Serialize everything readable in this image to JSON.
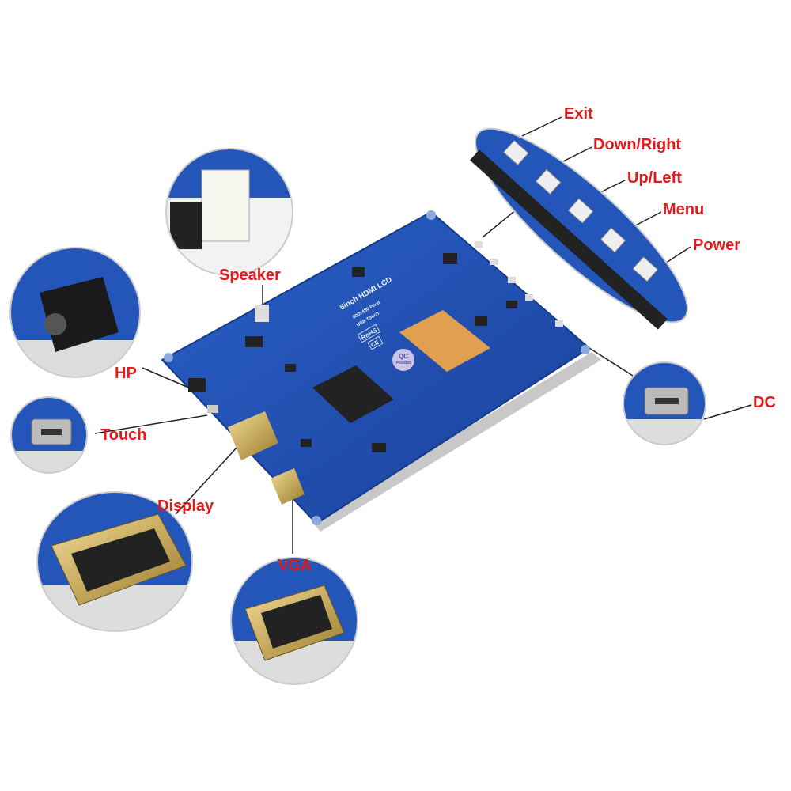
{
  "labels": {
    "exit": "Exit",
    "down_right": "Down/Right",
    "up_left": "Up/Left",
    "menu": "Menu",
    "power": "Power",
    "dc": "DC",
    "speaker": "Speaker",
    "hp": "HP",
    "touch": "Touch",
    "display": "Display",
    "vga": "VGA"
  },
  "board": {
    "silkscreen": [
      "5inch HDMI LCD",
      "800x480 Pixel",
      "USB Touch",
      "RoHS",
      "QC PASSED",
      "CE"
    ]
  },
  "colors": {
    "label": "#e3191b",
    "pcb": "#1f4fb4",
    "connector_gold": "#c9a64a",
    "flex_cable": "#e0a050"
  }
}
